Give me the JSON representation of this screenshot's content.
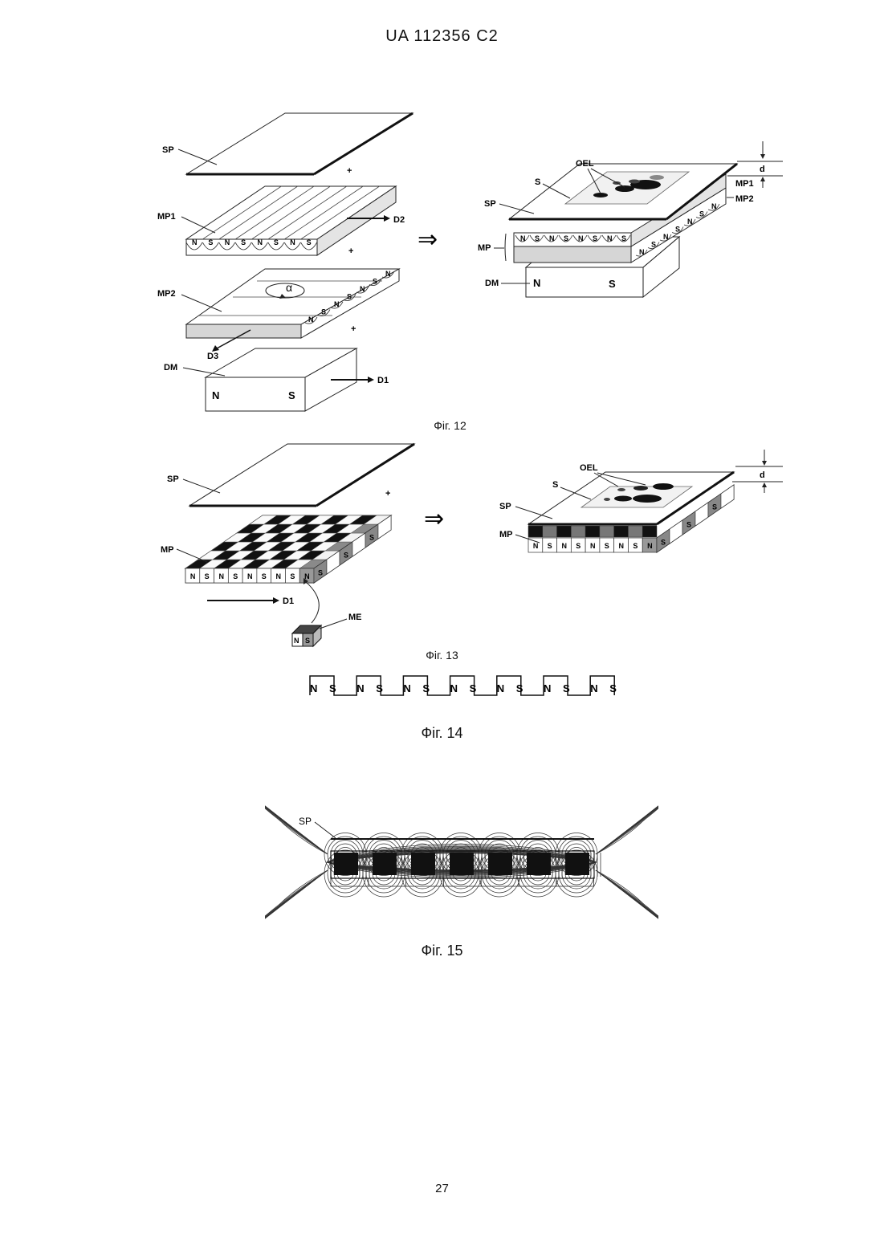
{
  "header": {
    "document_id": "UA   112356   C2"
  },
  "page_number": "27",
  "fig12": {
    "caption": "Фіг. 12",
    "labels": {
      "sp": "SP",
      "mp1": "MP1",
      "mp2": "MP2",
      "dm": "DM",
      "d1": "D1",
      "d2": "D2",
      "d3": "D3",
      "alpha": "α",
      "plus": "+",
      "n": "N",
      "s": "S",
      "oel": "OEL",
      "s_region": "S",
      "mp": "MP",
      "d": "d",
      "implies": "⇒"
    }
  },
  "fig13": {
    "caption": "Фіг. 13",
    "labels": {
      "sp": "SP",
      "mp": "MP",
      "d1": "D1",
      "me": "ME",
      "plus": "+",
      "n": "N",
      "s": "S",
      "oel": "OEL",
      "s_region": "S",
      "d": "d",
      "implies": "⇒"
    }
  },
  "fig14": {
    "caption": "Фіг. 14",
    "poles": [
      "N",
      "S",
      "N",
      "S",
      "N",
      "S",
      "N",
      "S",
      "N",
      "S",
      "N",
      "S",
      "N",
      "S"
    ]
  },
  "fig15": {
    "caption": "Фіг. 15",
    "labels": {
      "sp": "SP"
    }
  }
}
